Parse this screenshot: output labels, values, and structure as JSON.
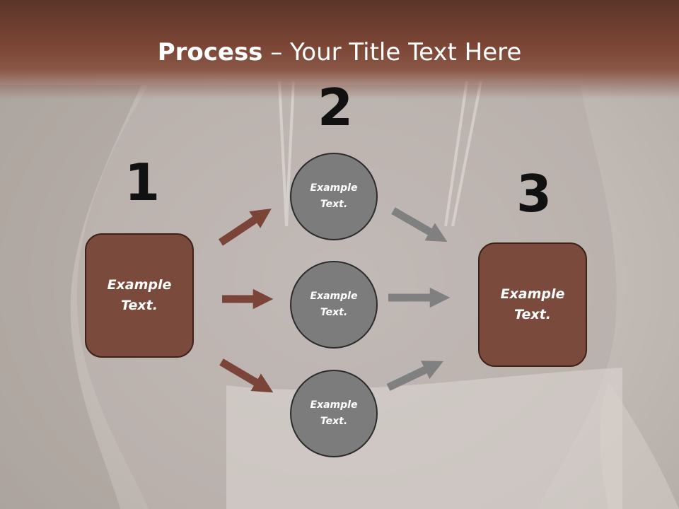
{
  "title": {
    "bold": "Process",
    "rest": " – Your Title Text Here"
  },
  "steps": [
    {
      "number": "1",
      "box_text": "Example Text."
    },
    {
      "number": "2"
    },
    {
      "number": "3",
      "box_text": "Example Text."
    }
  ],
  "circles": [
    {
      "text": "Example Text."
    },
    {
      "text": "Example Text."
    },
    {
      "text": "Example Text."
    }
  ],
  "colors": {
    "title_band": "#7a4535",
    "box_fill": "#7a4a3d",
    "circle_fill": "#7c7c7c",
    "arrow_brown": "#7a4538",
    "arrow_gray": "#808080"
  }
}
